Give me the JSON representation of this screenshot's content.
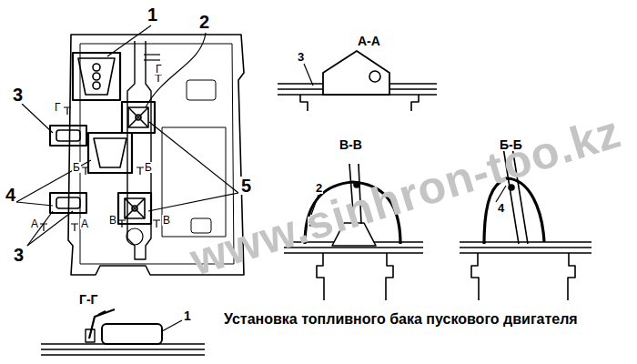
{
  "diagram": {
    "caption": "Установка топливного бака пускового двигателя",
    "labels": [
      "1",
      "2",
      "3",
      "Г",
      "Г",
      "Б",
      "Б",
      "4",
      "5",
      "А",
      "А",
      "В",
      "В",
      "3",
      "А-А",
      "3",
      "В-В",
      "2",
      "5",
      "Б-Б",
      "4",
      "Г-Г",
      "1",
      "www.sinhron-too.kz"
    ]
  }
}
